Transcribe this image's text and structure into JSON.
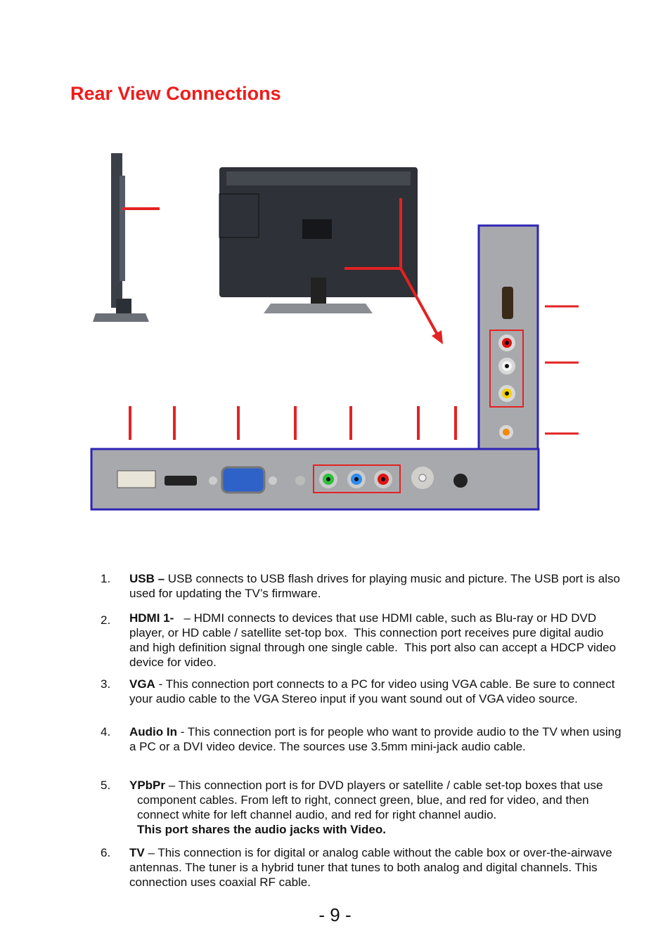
{
  "title": "Rear View Connections",
  "items": [
    {
      "num": "1.",
      "label": "USB –",
      "text": " USB connects to USB flash drives for playing music and picture.  The USB port is also used for updating the TV’s firmware."
    },
    {
      "num": "2.",
      "label": "HDMI 1-",
      "text": "   – HDMI connects to devices that use HDMI cable, such as Blu-ray or HD DVD player, or HD cable / satellite set-top box.  This connection port receives pure digital audio and high definition signal through one single cable.  This port also can accept a HDCP video device for video."
    },
    {
      "num": "3.",
      "label": "VGA",
      "text": " - This connection port connects to a PC for video using VGA cable. Be sure to connect your audio cable to the VGA Stereo input if you want sound out of VGA video source."
    },
    {
      "num": "4.",
      "label": "Audio In",
      "text": " - This connection port is for people who want to provide audio to the TV when using a PC or a DVI video device. The sources use 3.5mm mini-jack audio cable."
    },
    {
      "num": "5.",
      "label": "YPbPr",
      "text": " – This connection port is for DVD players or satellite / cable set-top boxes that use component cables.  From left to right, connect green, blue, and red for video, and then connect white for left channel audio, and red for right channel audio.",
      "bold_note": "This port shares the audio jacks with Video."
    },
    {
      "num": "6.",
      "label": "TV",
      "text": " – This connection is for digital or analog cable without the cable box or over-the-airwave antennas. The tuner is a hybrid tuner that tunes to both analog and digital channels.  This connection uses coaxial RF cable."
    }
  ],
  "page_number": "- 9 -"
}
